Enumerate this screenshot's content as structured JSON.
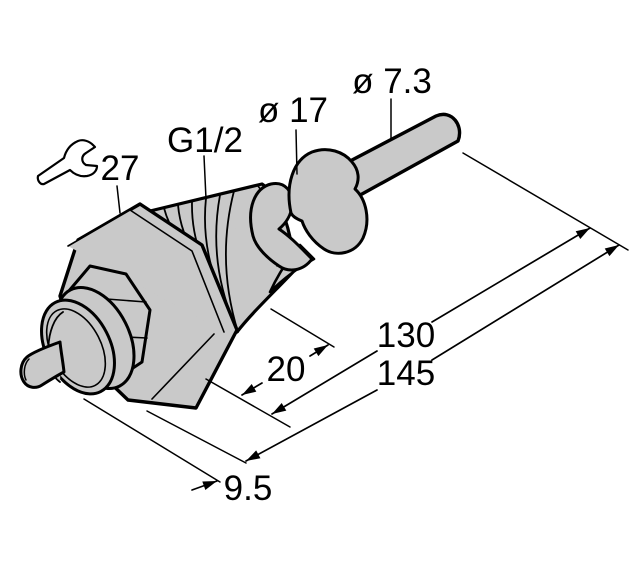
{
  "drawing": {
    "kind": "technical-dimension-drawing",
    "labels": {
      "wrench_size": "27",
      "thread": "G1/2",
      "body_diameter": "ø 17",
      "probe_diameter": "ø 7.3",
      "thread_length": "20",
      "insertion_length": "130",
      "total_length": "145",
      "front_offset": "9.5"
    },
    "colors": {
      "body_fill": "#c9c9c9",
      "line": "#000000",
      "background": "#ffffff"
    }
  }
}
